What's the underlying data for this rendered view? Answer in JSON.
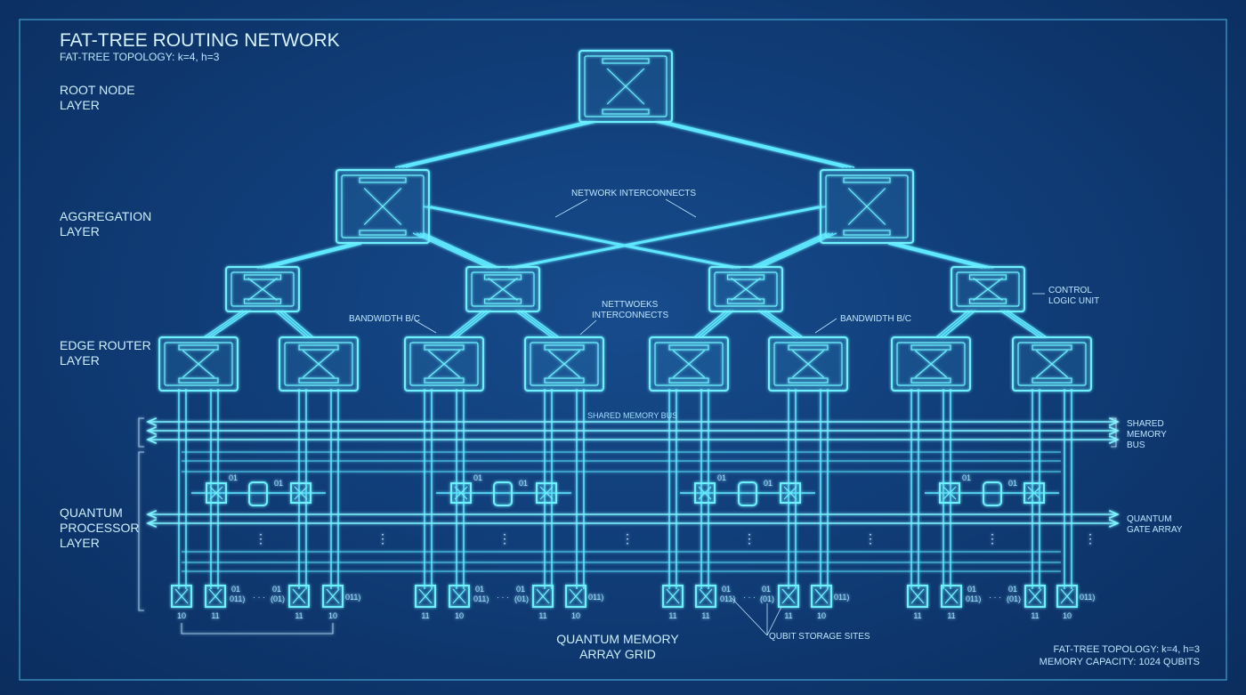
{
  "title": "FAT-TREE ROUTING NETWORK",
  "subtitle": "FAT-TREE TOPOLOGY: k=4, h=3",
  "layers": [
    {
      "line1": "ROOT NODE",
      "line2": "LAYER"
    },
    {
      "line1": "AGGREGATION",
      "line2": "LAYER"
    },
    {
      "line1": "EDGE ROUTER",
      "line2": "LAYER"
    },
    {
      "line1": "QUANTUM",
      "line2": "PROCESSOR",
      "line3": "LAYER"
    }
  ],
  "annotations": {
    "network_interconnects": "NETWORK INTERCONNECTS",
    "nettwoeks_line1": "NETTWOEKS",
    "nettwoeks_line2": "INTERCONNECTS",
    "bandwidth_left": "BANDWIDTH B/C",
    "bandwidth_right": "BANDWIDTH B/C",
    "control_line1": "CONTROL",
    "control_line2": "LOGIC UNIT",
    "shared_bus_center": "SHARED MEMORY BUS",
    "shared_bus_right": [
      "SHARED",
      "MEMORY",
      "BUS"
    ],
    "gate_array_right": [
      "QUANTUM",
      "GATE ARRAY"
    ],
    "qubit_storage": "QUBIT STORAGE SITES",
    "memory_grid": [
      "QUANTUM MEMORY",
      "ARRAY GRID"
    ]
  },
  "footer": {
    "topology": "FAT-TREE TOPOLOGY: k=4, h=3",
    "capacity": "MEMORY CAPACITY: 1024 QUBITS"
  },
  "gate_labels": [
    "01",
    "01"
  ],
  "storage_groups": [
    {
      "bits": [
        "10",
        "11",
        "11",
        "10"
      ],
      "mid_a": "01",
      "mid_b": "011)",
      "dots": "· · ·",
      "mid_c": "01",
      "mid_d": "(01)",
      "tail": "011)"
    },
    {
      "bits": [
        "11",
        "10",
        "11",
        "10"
      ],
      "mid_a": "01",
      "mid_b": "011)",
      "dots": "· · ·",
      "mid_c": "01",
      "mid_d": "(01)",
      "tail": "011)"
    },
    {
      "bits": [
        "11",
        "11",
        "11",
        "10"
      ],
      "mid_a": "01",
      "mid_b": "011)",
      "dots": "· · ·",
      "mid_c": "01",
      "mid_d": "(01)",
      "tail": "011)"
    },
    {
      "bits": [
        "11",
        "11",
        "11",
        "10"
      ],
      "mid_a": "01",
      "mid_b": "011)",
      "dots": "· · ·",
      "mid_c": "01",
      "mid_d": "(01)",
      "tail": "011)"
    }
  ],
  "colors": {
    "background": "#103d78",
    "line": "#5ee8ff",
    "text": "#bfe6ff"
  }
}
